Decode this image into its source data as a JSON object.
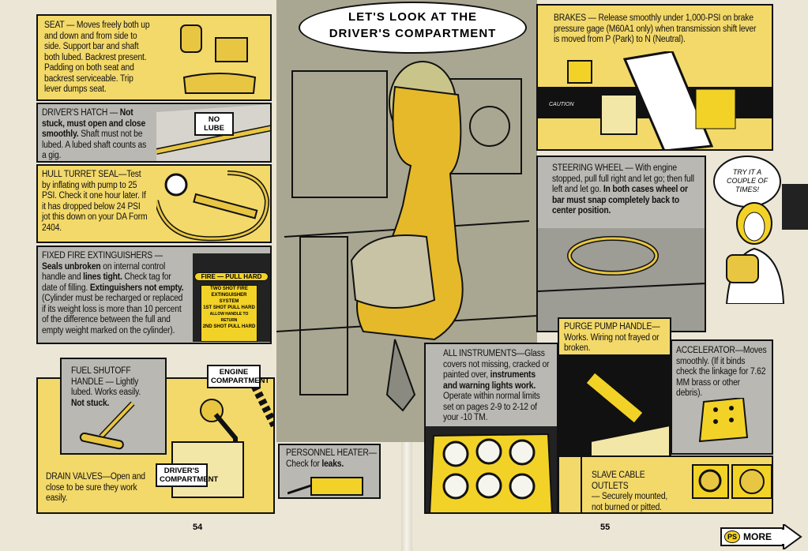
{
  "header": {
    "bubble_line1": "LET'S LOOK AT THE",
    "bubble_line2": "DRIVER'S COMPARTMENT"
  },
  "panels": {
    "seat": {
      "title": "SEAT",
      "body": "Moves freely both up and down and from side to side. Support bar and shaft both lubed. Backrest present. Padding on both seat and backrest serviceable. Trip lever dumps seat."
    },
    "hatch": {
      "title": "DRIVER'S HATCH",
      "bold": "Not stuck, must open and close smoothly.",
      "body": "Shaft must not be lubed. A lubed shaft counts as a gig.",
      "callout": "NO LUBE"
    },
    "hull_seal": {
      "title": "HULL TURRET SEAL",
      "body": "Test by inflating with pump to 25 PSI. Check it one hour later. If it has dropped below 24 PSI jot this down on your DA Form 2404."
    },
    "fire": {
      "title": "FIXED FIRE EXTINGUISHERS",
      "b1": "Seals unbroken",
      "t1": "on internal control handle and",
      "b2": "lines tight.",
      "t2": "Check tag for date of filling.",
      "b3": "Extinguishers not empty.",
      "t3": "(Cylinder must be recharged or replaced if its weight loss is more than 10 percent of the difference between the full and empty weight marked on the cylinder).",
      "tag_top": "FIRE — PULL HARD",
      "tag_system": "TWO SHOT FIRE EXTINGUISHER SYSTEM",
      "tag_shot1": "1ST SHOT",
      "tag_shot2": "2ND SHOT",
      "tag_pull": "PULL HARD",
      "tag_allow": "ALLOW HANDLE TO RETURN"
    },
    "fuel": {
      "title": "FUEL SHUTOFF HANDLE",
      "body": "Lightly lubed. Works easily.",
      "bold": "Not stuck."
    },
    "drain": {
      "title": "DRAIN VALVES",
      "body": "Open and close to be sure they work easily.",
      "engine_label": "ENGINE COMPARTMENT",
      "driver_label": "DRIVER'S COMPARTMENT"
    },
    "heater": {
      "title": "PERSONNEL HEATER",
      "body": "Check for",
      "bold": "leaks."
    },
    "brakes": {
      "title": "BRAKES",
      "body": "Release smoothly under 1,000-PSI on brake pressure gage (M60A1 only) when transmission shift lever is moved from P (Park) to N (Neutral).",
      "sign": "CAUTION"
    },
    "steering": {
      "title": "STEERING WHEEL",
      "body": "With engine stopped, pull full right and let go; then full left and let go.",
      "bold": "In both cases wheel or bar must snap completely back to center position."
    },
    "try_bubble": "TRY IT A COUPLE OF TIMES!",
    "instruments": {
      "title": "ALL INSTRUMENTS",
      "t1": "Glass covers not missing, cracked or painted over,",
      "bold": "instruments and warning lights work.",
      "t2": "Operate within normal limits set on pages 2-9 to 2-12 of your -10 TM."
    },
    "purge": {
      "title": "PURGE PUMP HANDLE",
      "body": "Works. Wiring not frayed or broken."
    },
    "accelerator": {
      "title": "ACCELERATOR",
      "body": "Moves smoothly. (If it binds check the linkage for 7.62 MM brass or other debris)."
    },
    "slave": {
      "title": "SLAVE CABLE OUTLETS",
      "body": "Securely mounted, not burned or pitted."
    }
  },
  "footer": {
    "page_left": "54",
    "page_right": "55",
    "more_logo": "PS",
    "more_label": "MORE"
  },
  "colors": {
    "yellow": "#f3d96a",
    "gray": "#b9b8b2",
    "paper": "#ebe6d6"
  }
}
